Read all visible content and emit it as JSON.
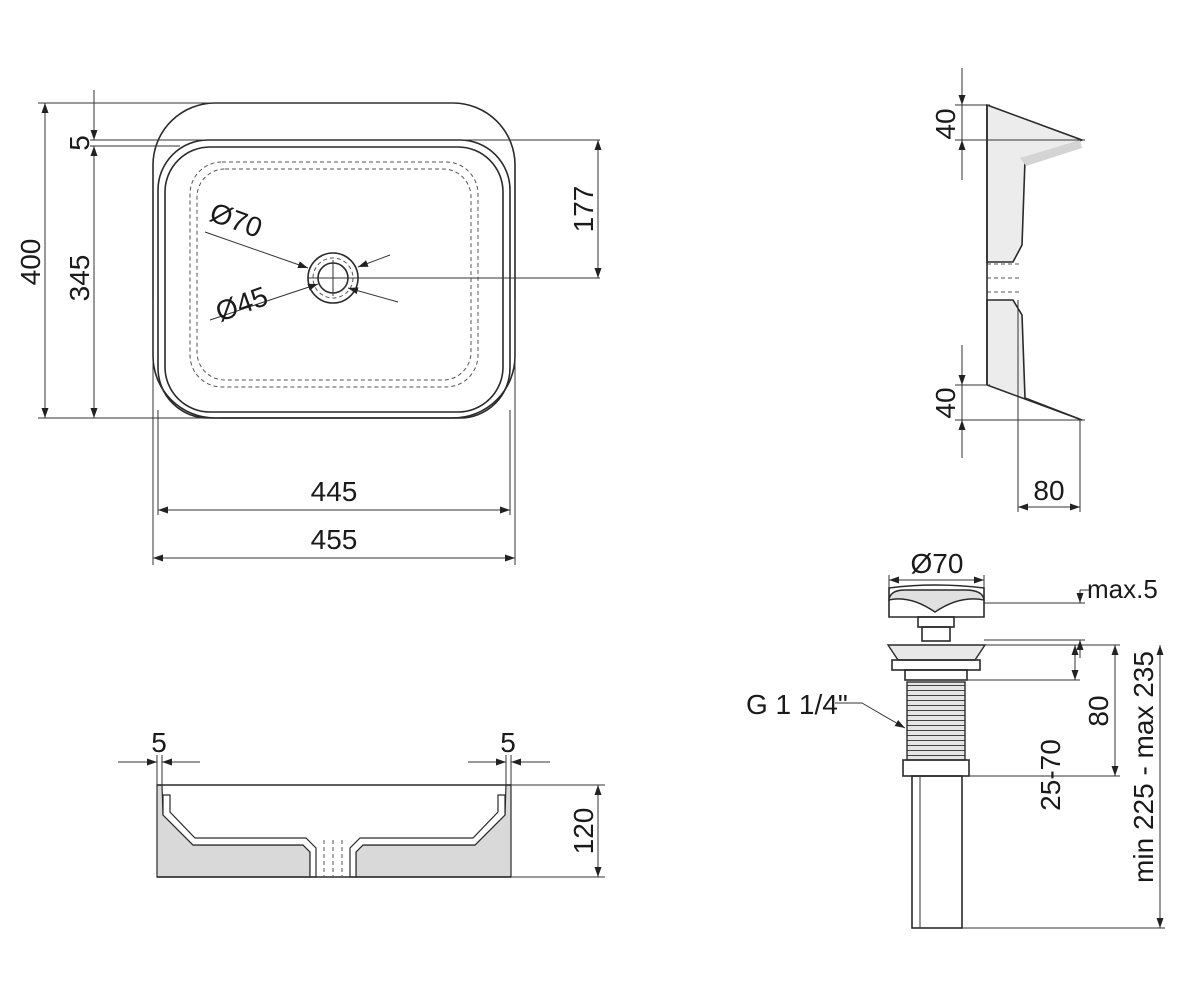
{
  "top_view": {
    "height_outer": "400",
    "height_inner": "345",
    "rim_offset": "5",
    "drain_offset": "177",
    "width_inner": "445",
    "width_outer": "455",
    "drain_outer_dia": "Ø70",
    "drain_inner_dia": "Ø45"
  },
  "side_view": {
    "top_depth": "40",
    "bottom_depth": "40",
    "base_width": "80"
  },
  "front_section": {
    "left_wall": "5",
    "right_wall": "5",
    "height": "120"
  },
  "drain": {
    "cap_dia": "Ø70",
    "cap_gap": "max.5",
    "thread": "G 1 1/4\"",
    "thread_length": "80",
    "counter_range": "25-70",
    "total_range": "min 225 - max 235"
  }
}
